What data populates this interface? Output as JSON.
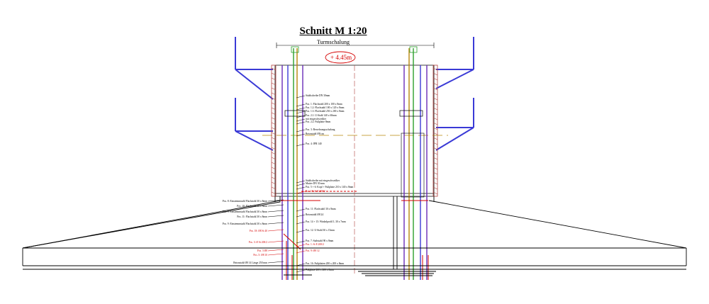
{
  "drawing": {
    "title": "Schnitt  M 1:20",
    "subtitle": "Turmschalung",
    "elevation": "+ 4.45m"
  },
  "labels_right": [
    "Stahlscheibe DN 30mm",
    "Pos. 1: Flachstahl 200 x 100 x 8mm",
    "Pos. 1.2: Flachstahl 100 x 120 x 8mm",
    "Pos. 1.3: Flachstahl 250 x 200 x 8mm",
    "Pos. 2.1: U-Stahl 140 x 60mm",
    "mit eingeschweißter",
    "Pos. 2.2: Fußplatte 8mm",
    "Pos. 3: Bewehrungsschalung",
    "Betonstahl Ø8 cm",
    "Pos. 4: IPB 140",
    "Stahlscheibe mit eingeschweißter",
    "Mutter DN 30 mm",
    "Pos. 5 + 6: Kopf + Fußplatte 210 x 140 x 8mm",
    "Pos. 18: St E 200/2",
    "Pos. 11: Flachstahl 30 x 8mm",
    "Betonstahl Ø8 24",
    "Pos. 14 + 15: Winkelprofil L 30 x 7mm",
    "Pos. 12: U-Stahl 30 x 15mm",
    "Pos. 7: Stabstahl 90 x 8mm",
    "Pos. 1: St E 200/2",
    "Pos. 9: Ø8 12",
    "Pos. 16: Fußplatten 200 x 200 x 8mm",
    "Fußplatte 200 x 200 x 8mm"
  ],
  "labels_left": [
    "Pos. 8: Einstemmstahl Flachstahl 30 x 8mm",
    "Pos. 10: Flachstahl 30 x 8mm",
    "Pos. 9: Einstemmstahl Flachstahl 30 x 8mm",
    "Pos. 11: Flachstahl 30 x 8mm",
    "Pos. 9: Einstemmstahl Flachstahl 30 x 8mm",
    "Pos. 18: Ø8 St 40",
    "Pos. 3: Ø St 200/2",
    "Pos. 3 Ø8",
    "Pos. 5: Ø8 10",
    "Betonstahl Ø8 14 Länge 250 mm"
  ],
  "colors": {
    "steel": "#3a3ad6",
    "purple": "#6a2cb8",
    "brick": "#b0413e",
    "red": "#d40000",
    "ochre": "#b8860b",
    "green": "#2ca02c",
    "line": "#000000"
  }
}
